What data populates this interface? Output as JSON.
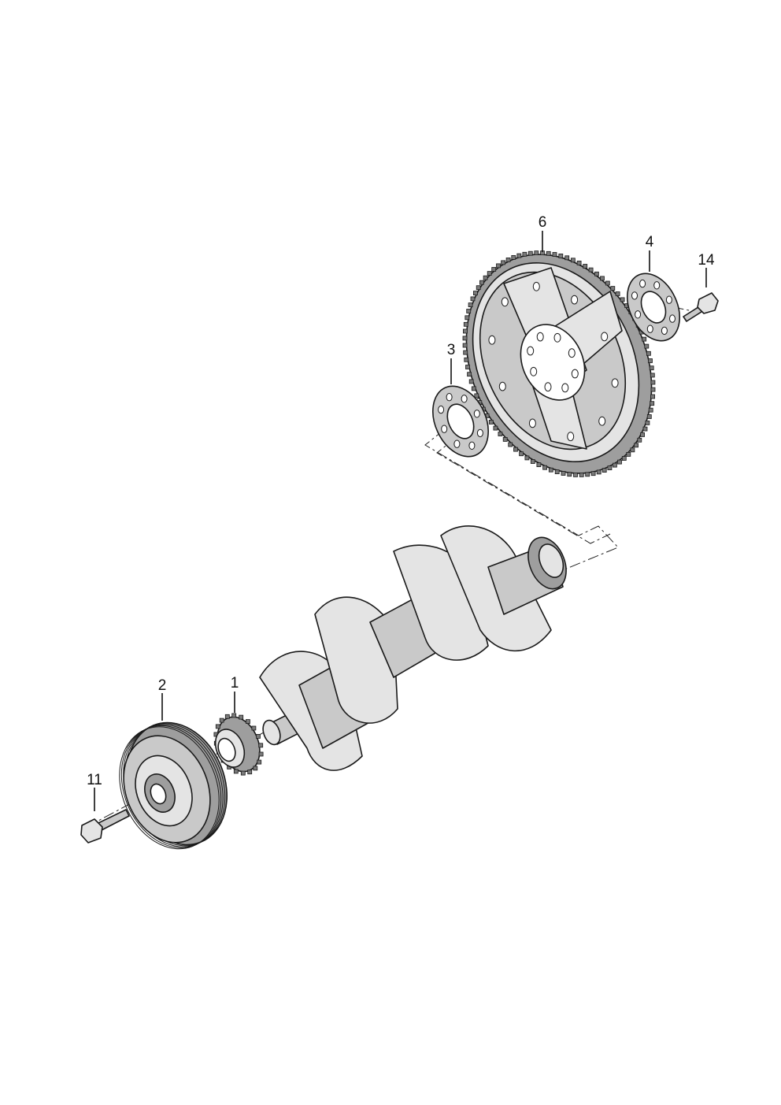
{
  "callouts": {
    "part_1": "1",
    "part_2": "2",
    "part_3": "3",
    "part_4": "4",
    "part_6": "6",
    "part_11": "11",
    "part_14": "14"
  },
  "icons": {
    "flywheel": "flywheel-ring-gear-icon",
    "shim_3": "shim-washer-icon",
    "shim_4": "shim-washer-icon",
    "bolt_14": "bolt-icon",
    "crankshaft": "crankshaft-icon",
    "sprocket": "sprocket-icon",
    "pulley": "vibration-damper-pulley-icon",
    "bolt_11": "bolt-icon"
  }
}
